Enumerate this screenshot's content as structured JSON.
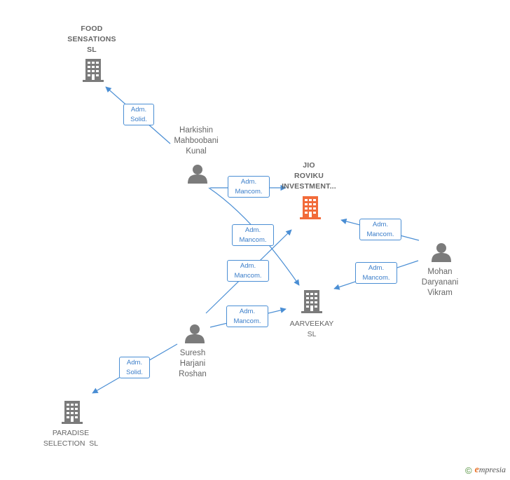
{
  "nodes": {
    "food_sensations": {
      "lines": [
        "FOOD",
        "SENSATIONS",
        "SL"
      ]
    },
    "jio_roviku": {
      "lines": [
        "JIO",
        "ROVIKU",
        "INVESTMENT..."
      ]
    },
    "aarveekay": {
      "lines": [
        "AARVEEKAY",
        "SL"
      ]
    },
    "paradise": {
      "lines": [
        "PARADISE",
        "SELECTION  SL"
      ]
    },
    "harkishin": {
      "lines": [
        "Harkishin",
        "Mahboobani",
        "Kunal"
      ]
    },
    "mohan": {
      "lines": [
        "Mohan",
        "Daryanani",
        "Vikram"
      ]
    },
    "suresh": {
      "lines": [
        "Suresh",
        "Harjani",
        "Roshan"
      ]
    }
  },
  "edges": {
    "harkishin_food": {
      "line1": "Adm.",
      "line2": "Solid."
    },
    "harkishin_jio": {
      "line1": "Adm.",
      "line2": "Mancom."
    },
    "harkishin_aarveekay": {
      "line1": "Adm.",
      "line2": "Mancom."
    },
    "suresh_jio": {
      "line1": "Adm.",
      "line2": "Mancom."
    },
    "suresh_aarveekay": {
      "line1": "Adm.",
      "line2": "Mancom."
    },
    "suresh_paradise": {
      "line1": "Adm.",
      "line2": "Solid."
    },
    "mohan_jio": {
      "line1": "Adm.",
      "line2": "Mancom."
    },
    "mohan_aarveekay": {
      "line1": "Adm.",
      "line2": "Mancom."
    }
  },
  "colors": {
    "edge": "#4a8ed4",
    "company": "#7b7b7b",
    "focus_company": "#f26b3a",
    "person": "#7b7b7b"
  },
  "footer": {
    "copyright": "©",
    "brand_initial": "e",
    "brand_rest": "mpresia"
  }
}
